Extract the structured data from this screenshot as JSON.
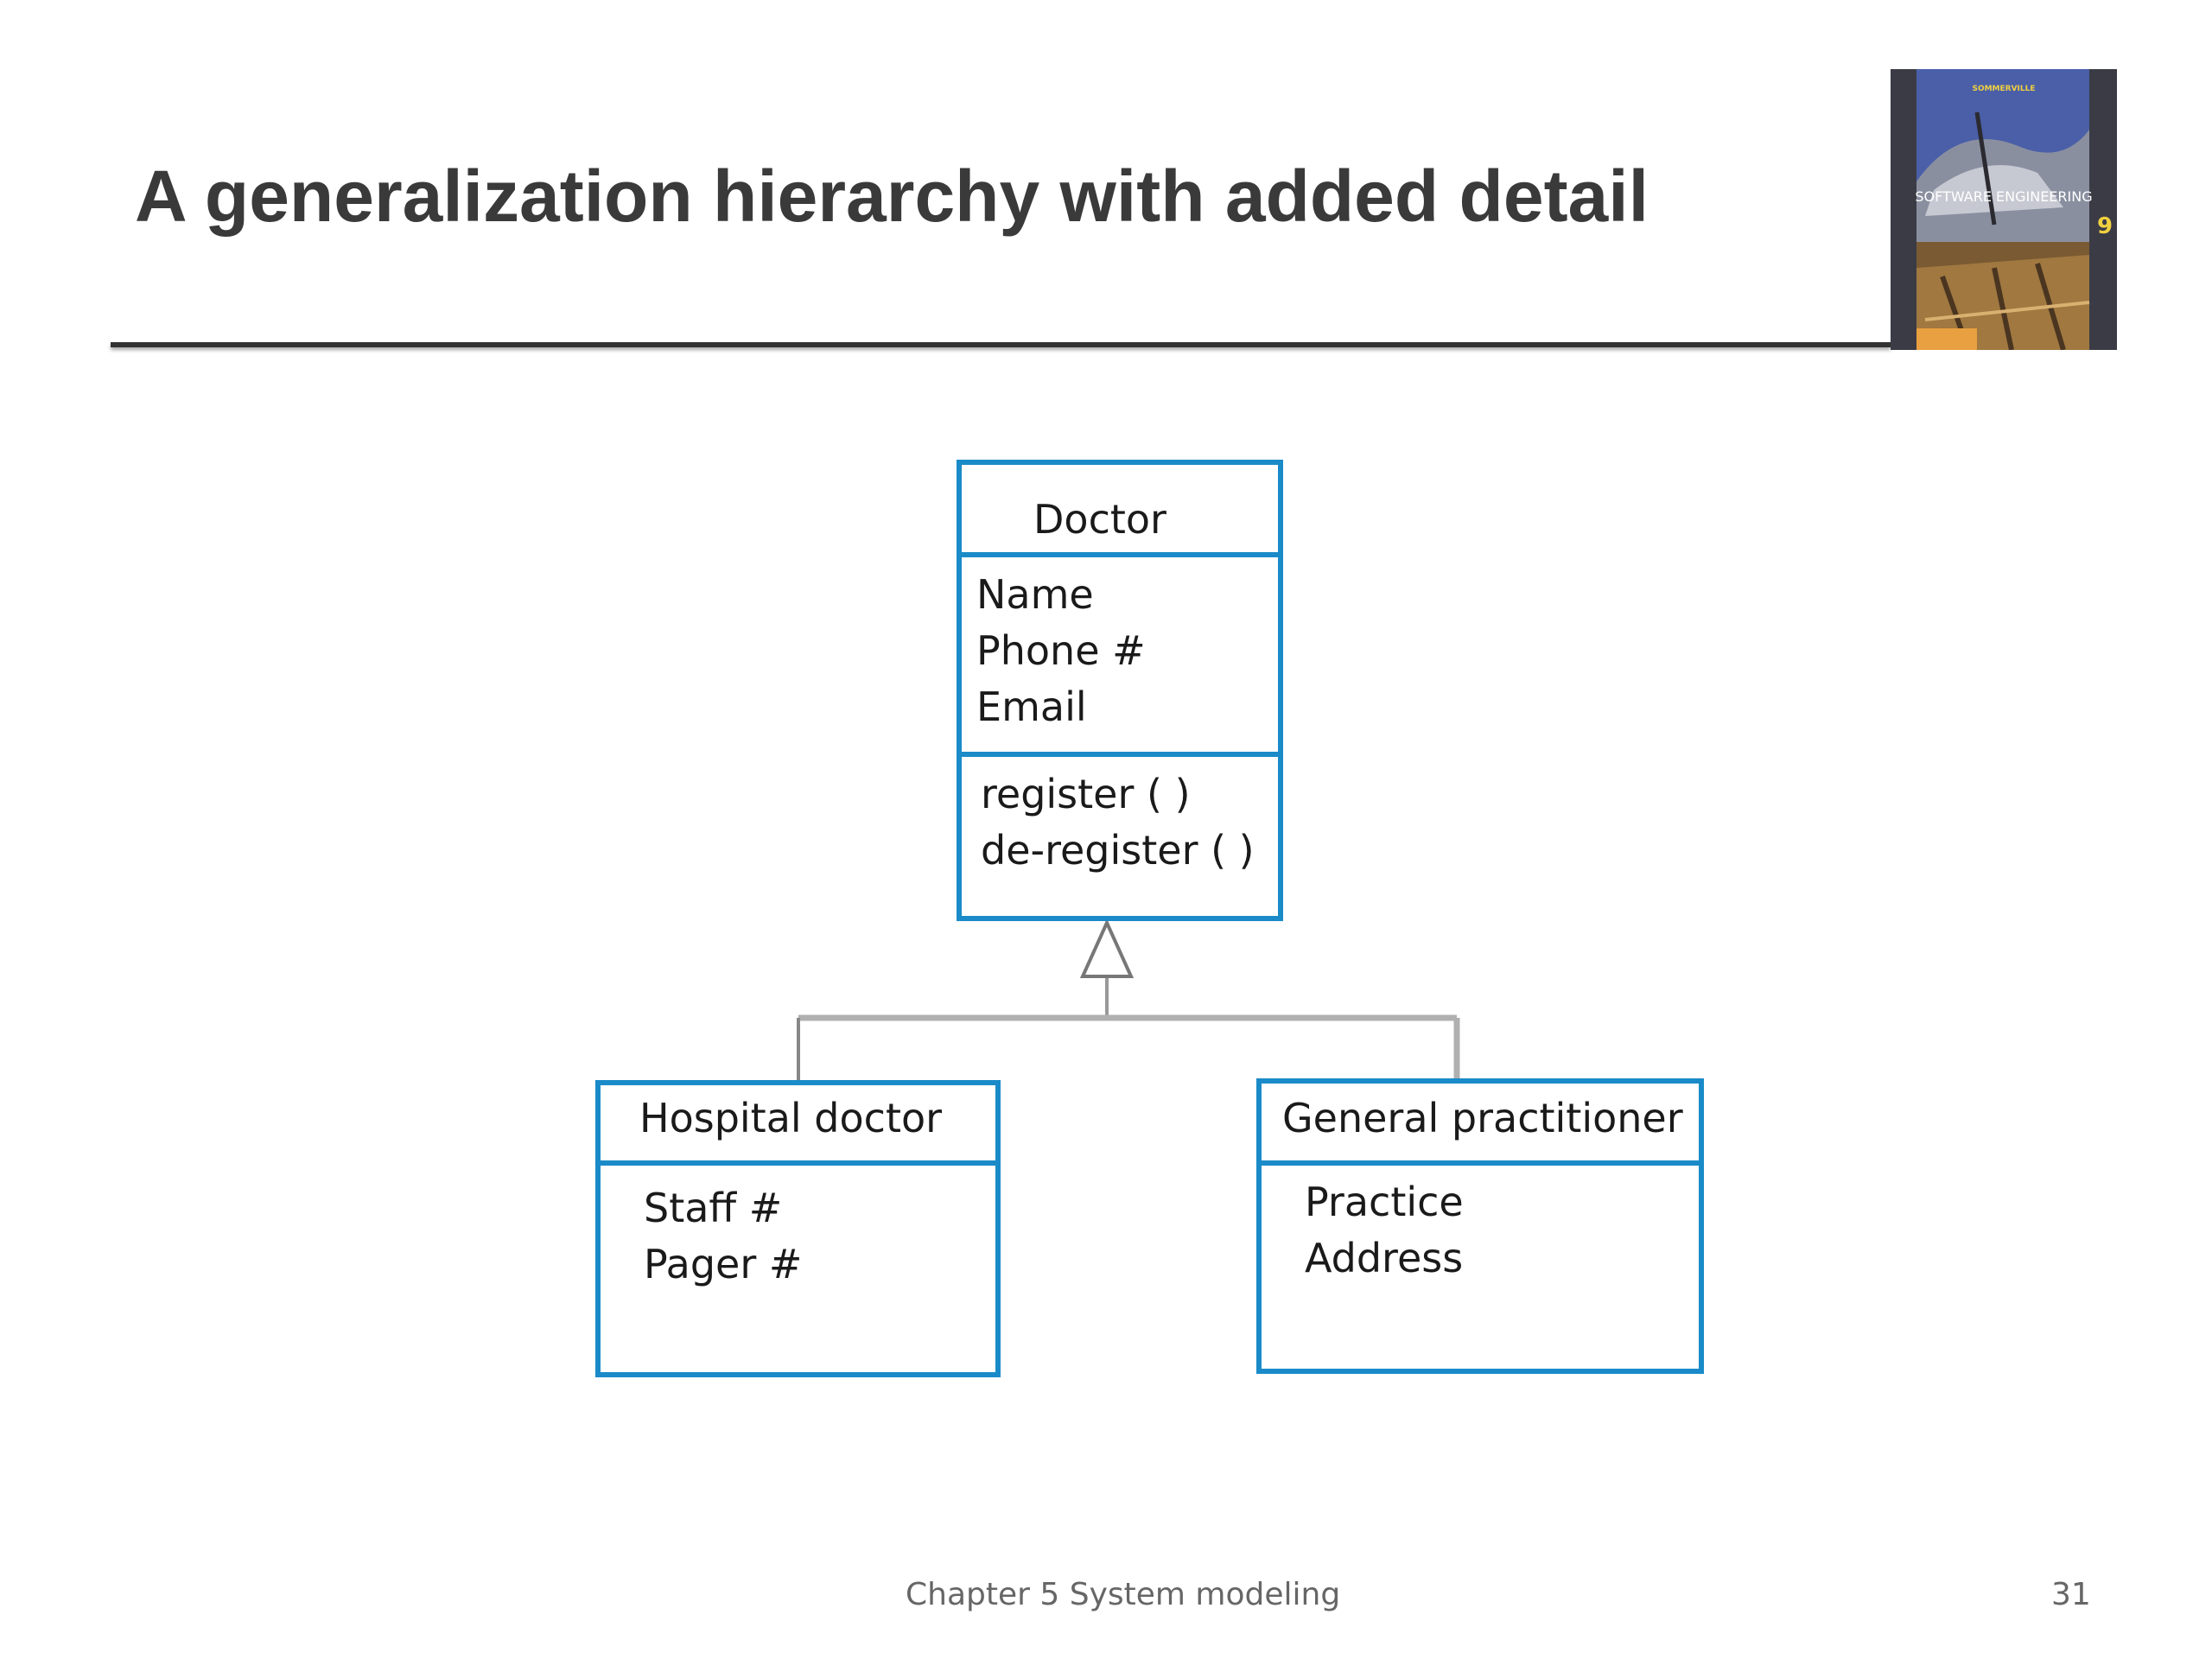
{
  "slide": {
    "title": "A generalization hierarchy with added detail",
    "footer_center": "Chapter 5 System modeling",
    "page_number": "31"
  },
  "book_cover": {
    "author": "SOMMERVILLE",
    "title": "SOFTWARE ENGINEERING",
    "edition": "9"
  },
  "diagram": {
    "superclass": {
      "name": "Doctor",
      "attributes": [
        "Name",
        "Phone #",
        "Email"
      ],
      "operations": [
        "register ( )",
        "de-register ( )"
      ]
    },
    "subclasses": [
      {
        "name": "Hospital doctor",
        "attributes": [
          "Staff #",
          "Pager #"
        ]
      },
      {
        "name": "General practitioner",
        "attributes": [
          "Practice",
          "Address"
        ]
      }
    ]
  },
  "colors": {
    "box_border": "#1a8bc8",
    "connector": "#b0b0b0",
    "title_text": "#3a3a3a",
    "footer_text": "#666666"
  }
}
